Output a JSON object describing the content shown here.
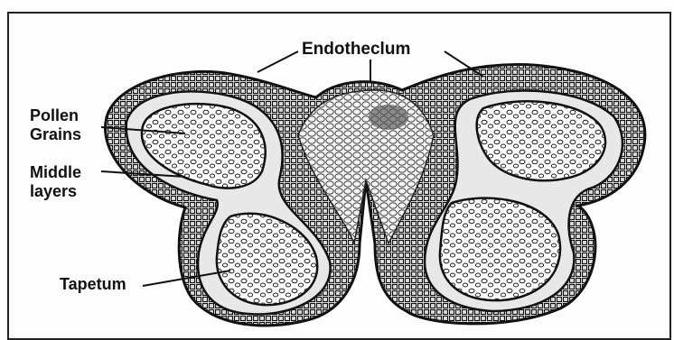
{
  "labels": {
    "endothecium": "Endotheclum",
    "pollen_line1": "Pollen",
    "pollen_line2": "Grains",
    "middle_line1": "Middle",
    "middle_line2": "layers",
    "tapetum": "Tapetum"
  },
  "colors": {
    "ink": "#111111",
    "tissue_fill": "#efefef",
    "background": "#fdfdfd"
  }
}
